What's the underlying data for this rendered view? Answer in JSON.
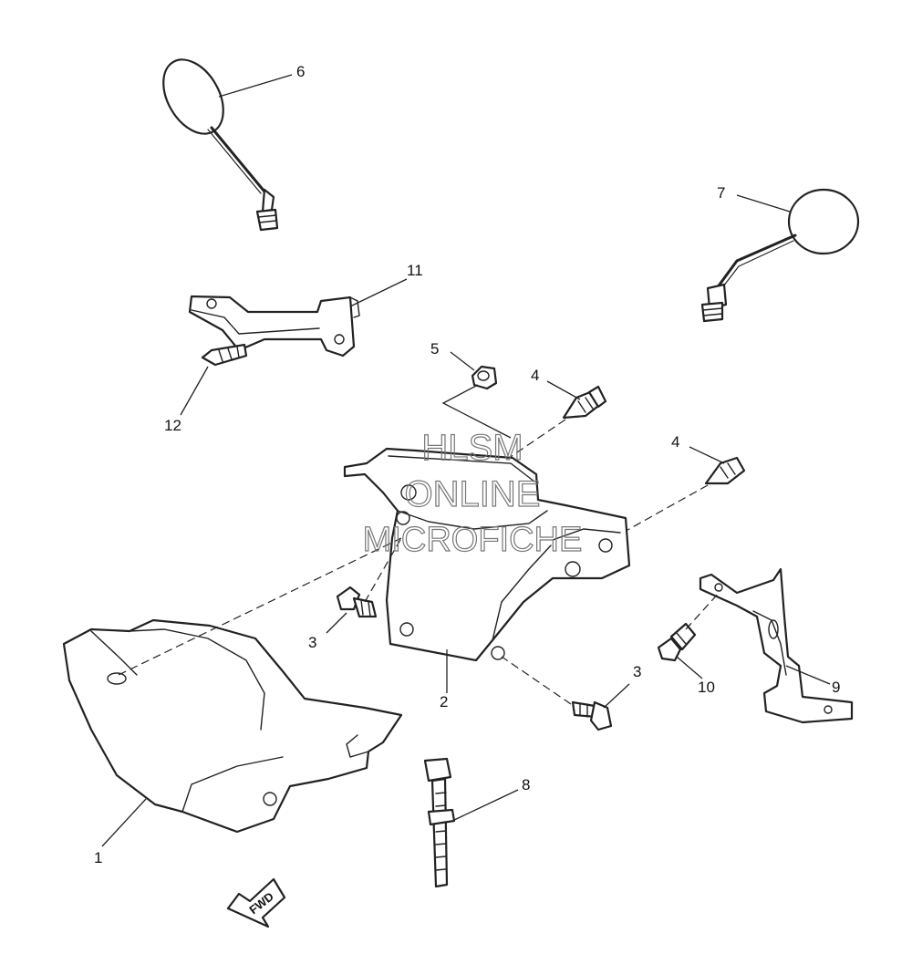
{
  "callouts": {
    "c1": "1",
    "c2": "2",
    "c3a": "3",
    "c3b": "3",
    "c4a": "4",
    "c4b": "4",
    "c5": "5",
    "c6": "6",
    "c7": "7",
    "c8": "8",
    "c9": "9",
    "c10": "10",
    "c11": "11",
    "c12": "12"
  },
  "fwd_label": "FWD",
  "watermark": {
    "line1": "HLSM",
    "line2": "ONLINE",
    "line3": "MICROFICHE"
  }
}
